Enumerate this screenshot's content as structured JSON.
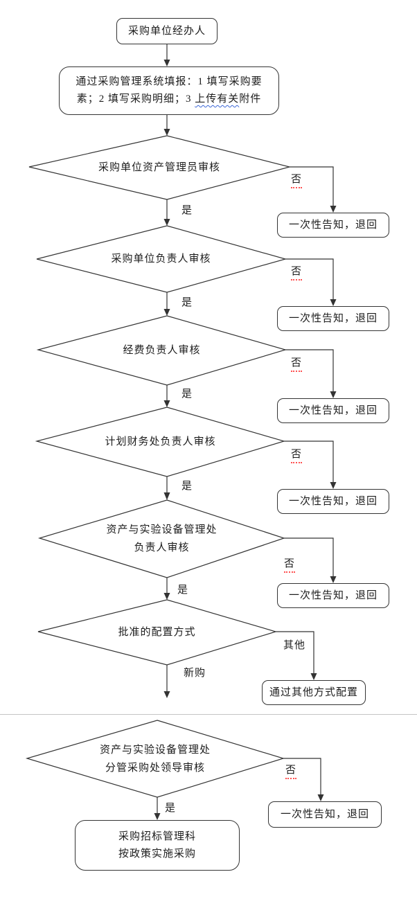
{
  "colors": {
    "shape_stroke": "#333333",
    "spellcheck_red": "#ff5050",
    "spellcheck_blue": "#3a66d6",
    "separator": "#c4c4c4"
  },
  "flowchart": {
    "start": {
      "label": "采购单位经办人"
    },
    "form_box": {
      "line1": "通过采购管理系统填报：1 填写采购要",
      "line2_pre": "素；2 填写采购明细；3 ",
      "line2_wavy": "上传有关",
      "line2_post": "附件"
    },
    "decisions": [
      {
        "label": "采购单位资产管理员审核",
        "yes": "是",
        "no": "否"
      },
      {
        "label": "采购单位负责人审核",
        "yes": "是",
        "no": "否"
      },
      {
        "label": "经费负责人审核",
        "yes": "是",
        "no": "否"
      },
      {
        "label": "计划财务处负责人审核",
        "yes": "是",
        "no": "否"
      },
      {
        "line1": "资产与实验设备管理处",
        "line2": "负责人审核",
        "yes": "是",
        "no": "否"
      },
      {
        "label": "批准的配置方式",
        "down": "新购",
        "right": "其他"
      },
      {
        "line1": "资产与实验设备管理处",
        "line2": "分管采购处领导审核",
        "yes": "是",
        "no": "否"
      }
    ],
    "rejects": [
      "一次性告知，退回",
      "一次性告知，退回",
      "一次性告知，退回",
      "一次性告知，退回",
      "一次性告知，退回",
      "一次性告知，退回"
    ],
    "other_box": {
      "label": "通过其他方式配置"
    },
    "final_box": {
      "line1": "采购招标管理科",
      "line2": "按政策实施采购"
    }
  }
}
